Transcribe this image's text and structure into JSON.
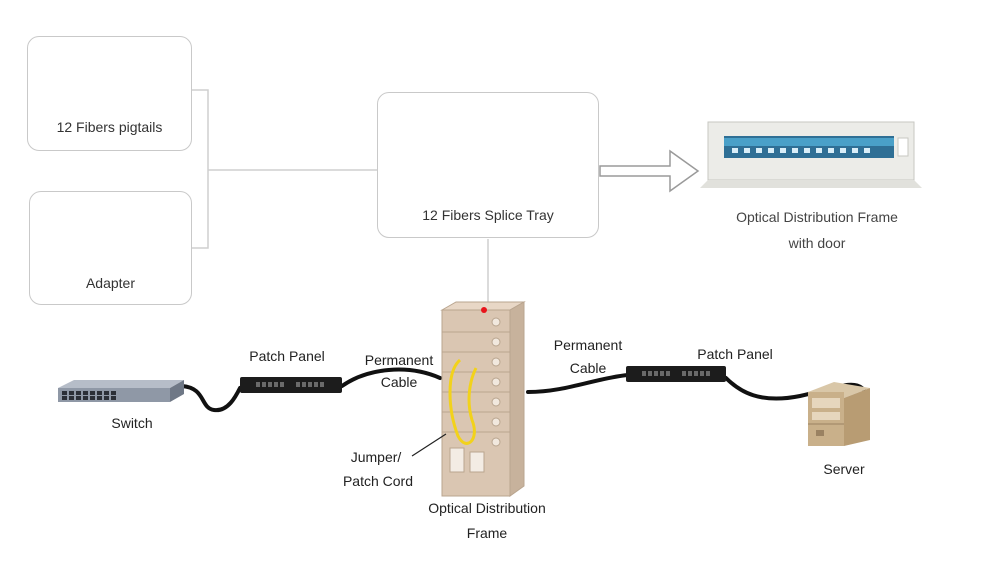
{
  "cards": {
    "pigtails": "12 Fibers pigtails",
    "adapter": "Adapter",
    "splice_tray": "12 Fibers Splice Tray"
  },
  "odf_with_door": {
    "line1": "Optical Distribution Frame",
    "line2": "with door"
  },
  "labels": {
    "switch": "Switch",
    "patch_panel_left": "Patch Panel",
    "permanent_cable_left": {
      "line1": "Permanent",
      "line2": "Cable"
    },
    "jumper": {
      "line1": "Jumper/",
      "line2": "Patch Cord"
    },
    "odf": {
      "line1": "Optical Distribution",
      "line2": "Frame"
    },
    "permanent_cable_right": {
      "line1": "Permanent",
      "line2": "Cable"
    },
    "patch_panel_right": "Patch Panel",
    "server": "Server"
  },
  "colors": {
    "cable": "#111111",
    "fiber_yellow": "#f2d21b",
    "connector_blue": "#2a7fc4",
    "tray_blue": "#4aa0c8",
    "odf_beige": "#ddc9b4",
    "card_border": "#c9c9c9"
  }
}
